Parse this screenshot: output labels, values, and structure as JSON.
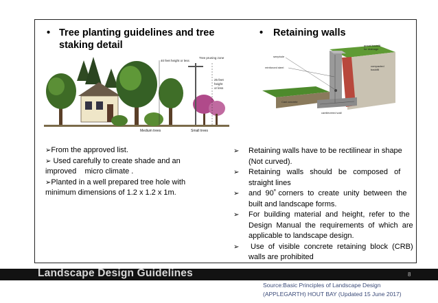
{
  "left_section": {
    "title_bullet": "•",
    "title_line1": "Tree planting guidelines and tree",
    "title_line2": "staking detail",
    "illustration_labels": {
      "height_note": "40 feet height or less",
      "pruning_zone": "Tree pruning zone",
      "small_height_line1": "25 feet",
      "small_height_line2": "height",
      "small_height_line3": "or less",
      "medium_label": "Medium trees",
      "small_label": "Small trees"
    },
    "body": [
      {
        "prefix": "➢",
        "text": "From the approved list."
      },
      {
        "prefix": "➢",
        "text": " Used carefully to create shade and an"
      },
      {
        "prefix": "",
        "text": "improved    micro climate ."
      },
      {
        "prefix": "➢",
        "text": "Planted in a well prepared tree hole with"
      },
      {
        "prefix": "",
        "text": "minimum dimensions of 1.2 x 1.2 x 1m."
      }
    ]
  },
  "right_section": {
    "title_bullet": "•",
    "title": "Retaining walls",
    "illustration_labels": {
      "gravel": "gravel backfill",
      "drainage": "for drainage",
      "seephole": "seephole",
      "steel": "reinforced steel",
      "compacted": "compacted",
      "backfill": "backfill",
      "footing": "Cast concrete",
      "wall": "cantilevered wall"
    },
    "items": [
      {
        "lines": [
          "Retaining walls have to be rectilinear in shape",
          "(Not curved)."
        ]
      },
      {
        "lines": [
          "Retaining   walls   should   be   composed   of",
          "straight lines"
        ]
      },
      {
        "lines": [
          "and  90˚ corners  to  create  unity  between  the",
          "built and landscape forms."
        ]
      },
      {
        "lines": [
          "For  building  material  and  height,  refer  to  the",
          "Design  Manual  the  requirements  of  which  are",
          "applicable to landscape design."
        ]
      },
      {
        "lines": [
          " Use  of  visible  concrete  retaining  block  (CRB)",
          "walls are prohibited"
        ]
      }
    ]
  },
  "footer": {
    "title": "Landscape Design Guidelines",
    "page_number": "8",
    "source_line1": "Source:Basic Principles of Landscape Design",
    "source_line2": "(APPLEGARTH)  HOUT BAY (Updated 15 June 2017)"
  },
  "arrow_glyph": "➢",
  "colors": {
    "footer_band": "#121212",
    "footer_text": "#d8d8d8",
    "source_text": "#3a4a78",
    "foliage_dark": "#2f5a1e",
    "foliage_light": "#6fa33f",
    "blossom": "#b04a8a",
    "concrete": "#9a9a9a",
    "gravel": "#b8483c"
  }
}
